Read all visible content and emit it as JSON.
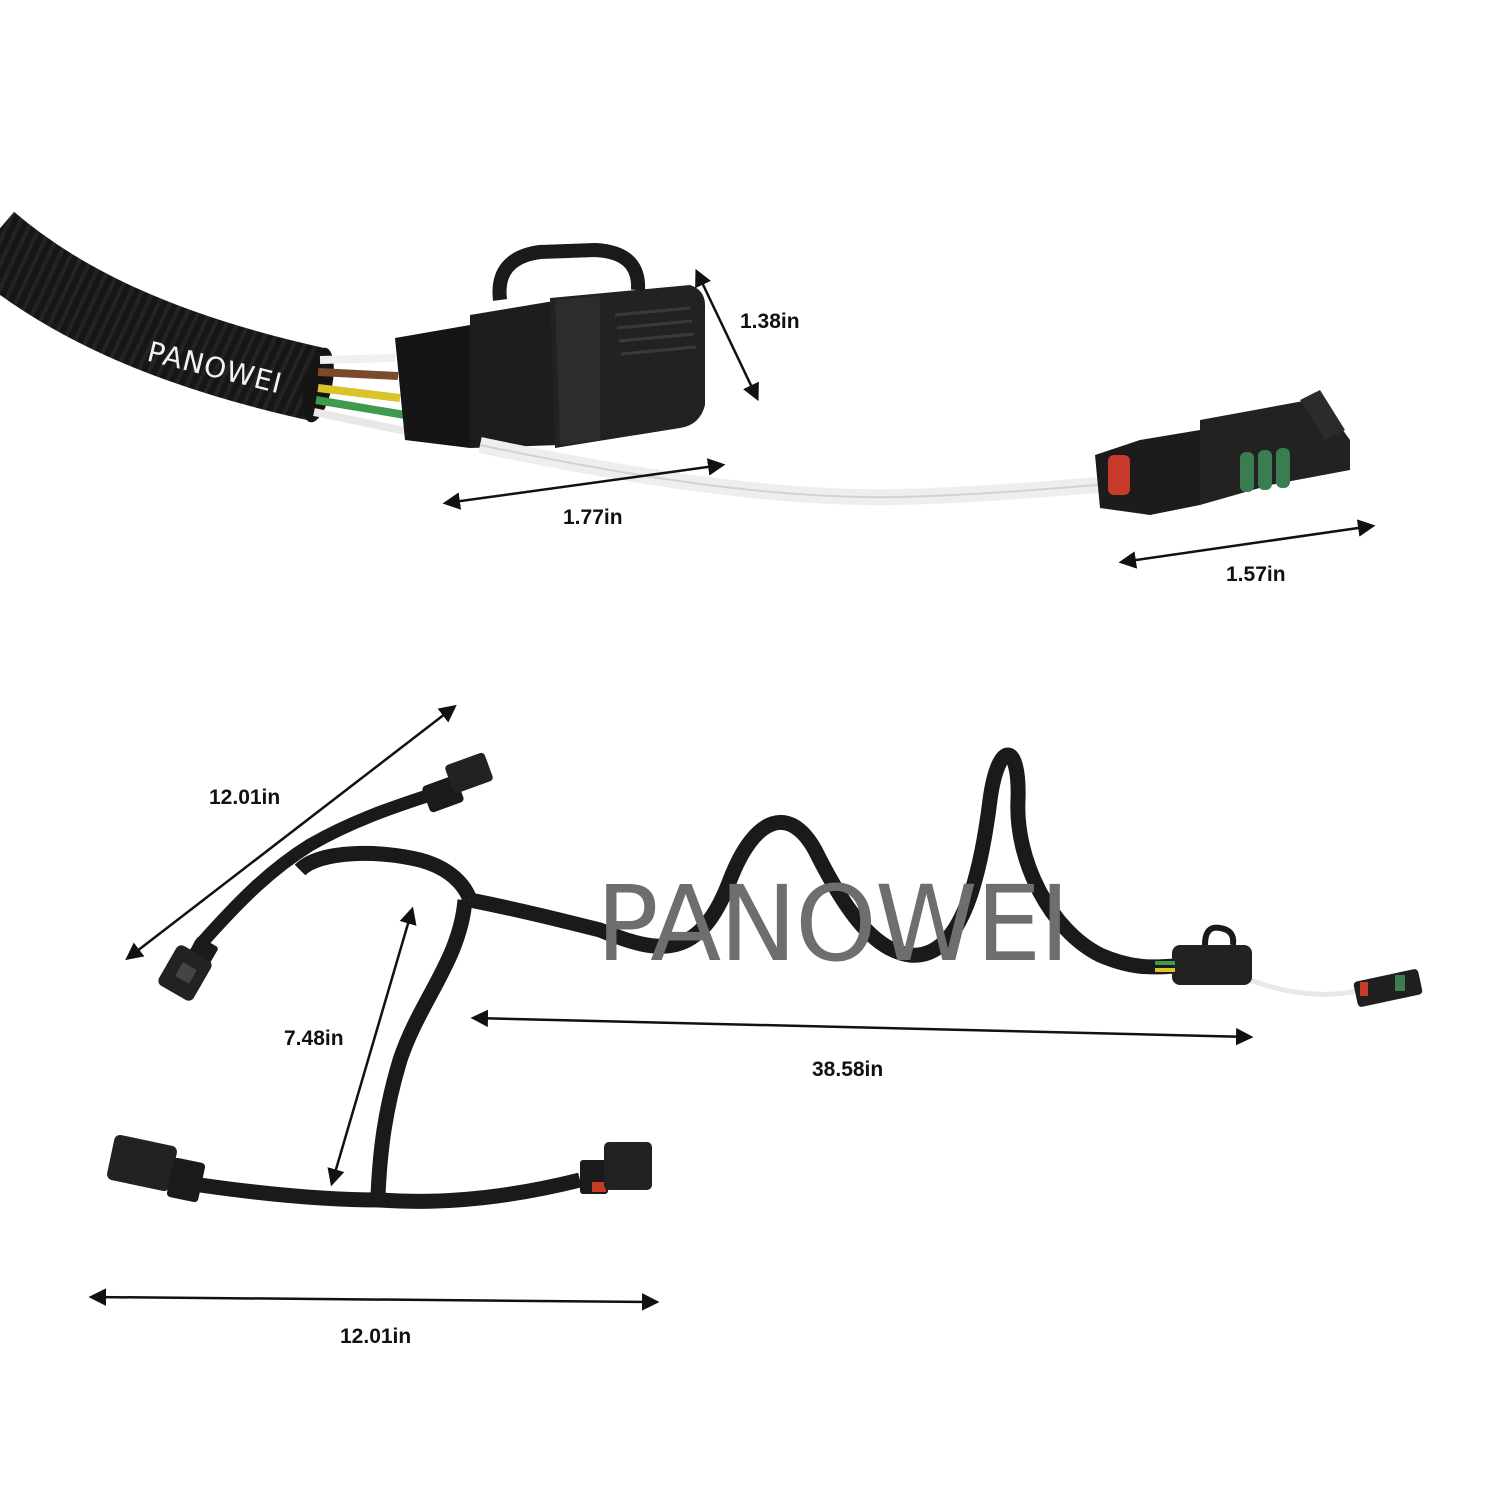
{
  "photo": {
    "brand_watermark_small": "PANOWEI",
    "brand_watermark_large": "PANOWEI",
    "colors": {
      "background": "#ffffff",
      "harness": "#1a1a1a",
      "white_wire": "#f3f3f3",
      "green_seal": "#3a7d50",
      "red_seal": "#c83a2a"
    },
    "detail_view": {
      "connector_height": "1.38in",
      "lead_length": "1.77in",
      "plug_length": "1.57in"
    },
    "full_view": {
      "upper_branch": "12.01in",
      "center_drop": "7.48in",
      "main_run": "38.58in",
      "lower_branch": "12.01in"
    }
  }
}
